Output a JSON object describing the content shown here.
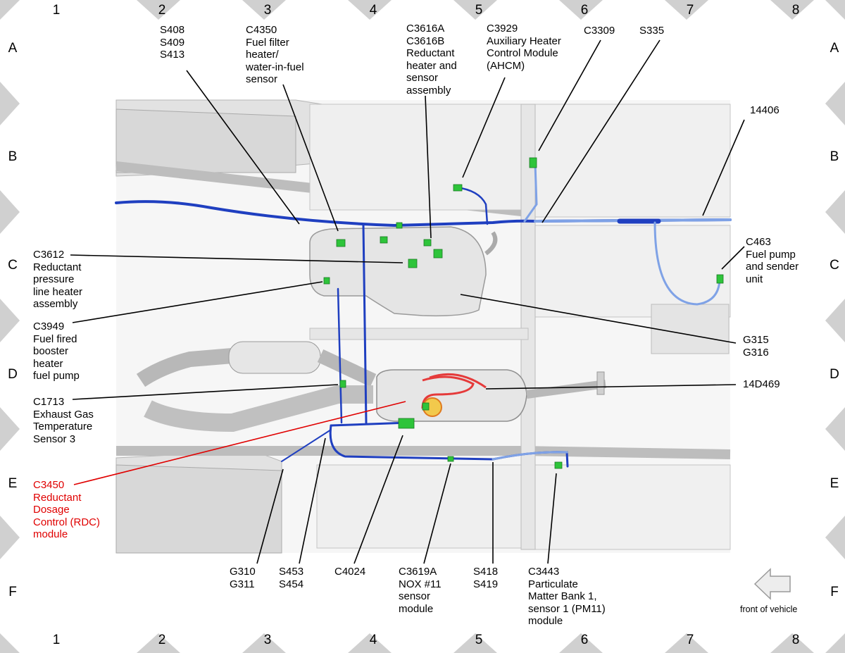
{
  "grid": {
    "columns": [
      "1",
      "2",
      "3",
      "4",
      "5",
      "6",
      "7",
      "8"
    ],
    "rows": [
      "A",
      "B",
      "C",
      "D",
      "E",
      "F"
    ]
  },
  "callouts": {
    "s408": "S408\nS409\nS413",
    "c4350": "C4350\nFuel filter\nheater/\nwater-in-fuel\nsensor",
    "c3616": "C3616A\nC3616B\nReductant\nheater and\nsensor\nassembly",
    "c3929": "C3929\nAuxiliary Heater\nControl Module\n(AHCM)",
    "c3309": "C3309",
    "s335": "S335",
    "n14406": "14406",
    "c3612": "C3612\nReductant\npressure\nline heater\nassembly",
    "c463": "C463\nFuel pump\nand sender\nunit",
    "c3949": "C3949\nFuel fired\nbooster\nheater\nfuel pump",
    "g315": "G315\nG316",
    "c1713": "C1713\nExhaust Gas\nTemperature\nSensor 3",
    "n14d469": "14D469",
    "c3450": "C3450\nReductant\nDosage\nControl (RDC)\nmodule",
    "g310": "G310\nG311",
    "s453": "S453\nS454",
    "c4024": "C4024",
    "c3619a": "C3619A\nNOX #11\nsensor\nmodule",
    "s418": "S418\nS419",
    "c3443": "C3443\nParticulate\nMatter Bank 1,\nsensor 1 (PM11)\nmodule"
  },
  "front_arrow_label": "front of vehicle",
  "colors": {
    "harness_dark": "#1f3fc0",
    "harness_light": "#7fa2e6",
    "connector": "#2ec43a",
    "highlight": "#e00000",
    "grid_marker": "#d0d0d0"
  }
}
